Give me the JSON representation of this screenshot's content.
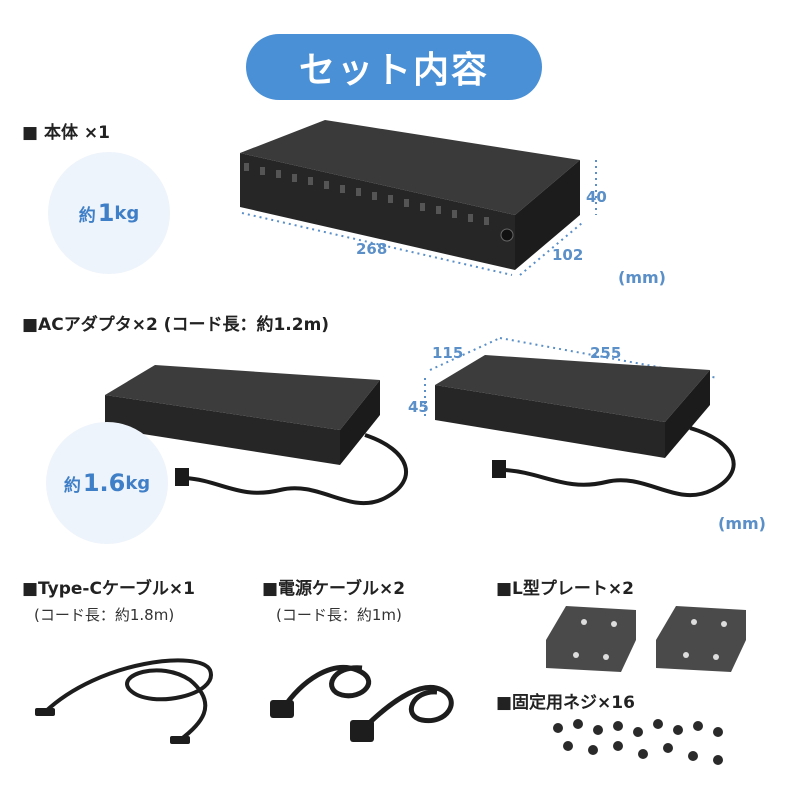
{
  "header": {
    "title": "セット内容"
  },
  "main_unit": {
    "label": "■ 本体 ×1",
    "weight_prefix": "約",
    "weight_value": "1",
    "weight_unit": "kg",
    "dim_width": "268",
    "dim_depth": "102",
    "dim_height": "40",
    "unit": "(mm)"
  },
  "adapter": {
    "label": "■ACアダプタ×2 (コード長：約1.2m)",
    "weight_prefix": "約",
    "weight_value": "1.6",
    "weight_unit": "kg",
    "dim_depth": "115",
    "dim_width": "255",
    "dim_height": "45",
    "unit": "(mm)"
  },
  "typec_cable": {
    "label": "■Type-Cケーブル×1",
    "sub": "(コード長：約1.8m)"
  },
  "power_cable": {
    "label": "■電源ケーブル×2",
    "sub": "(コード長：約1m)"
  },
  "l_plate": {
    "label": "■L型プレート×2"
  },
  "screws": {
    "label": "■固定用ネジ×16"
  },
  "colors": {
    "accent": "#4a90d6",
    "dimension": "#5a8fc8",
    "device": "#2b2b2b"
  }
}
